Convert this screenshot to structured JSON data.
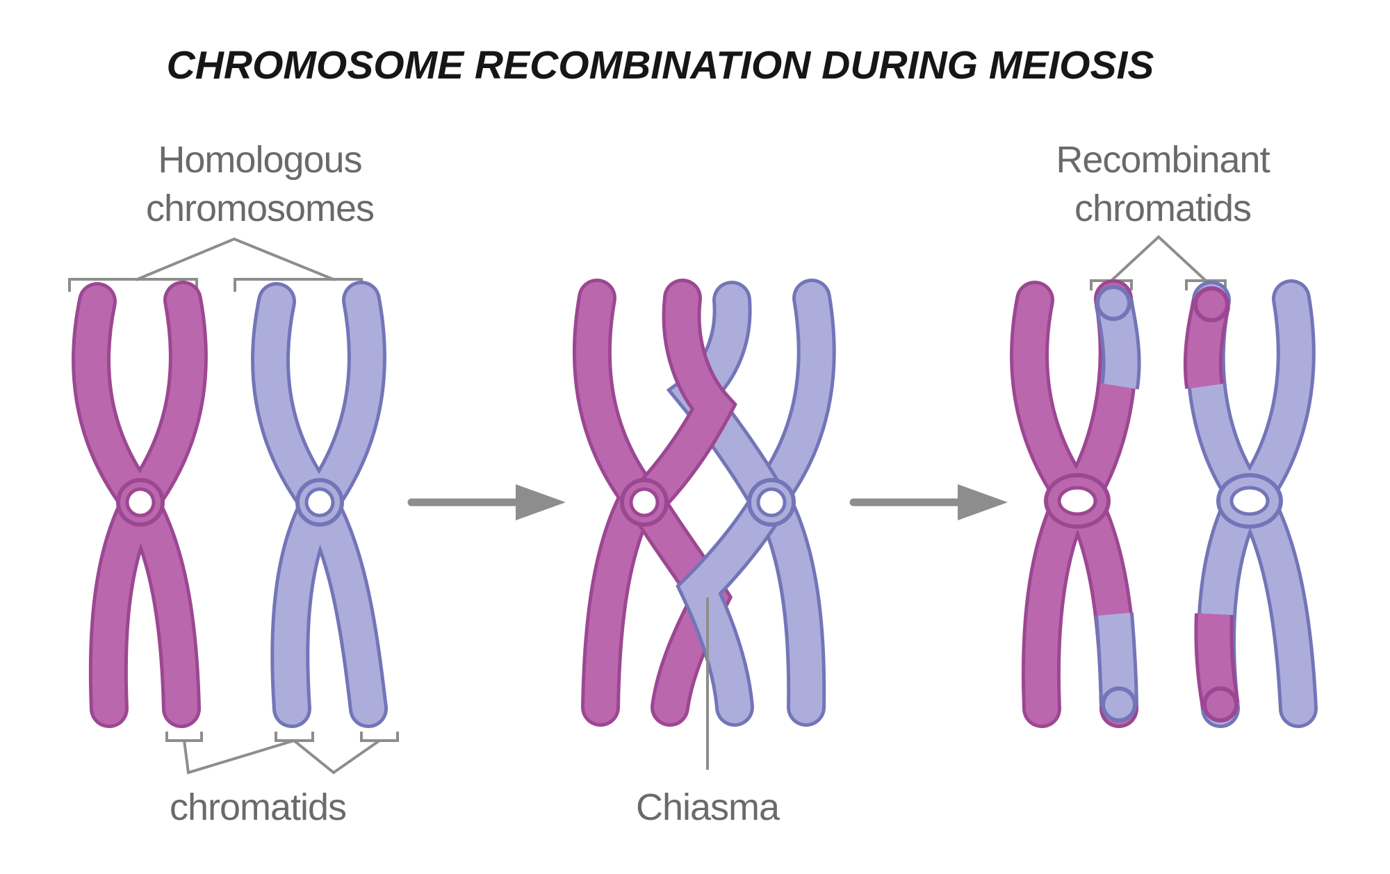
{
  "title": "CHROMOSOME RECOMBINATION DURING MEIOSIS",
  "labels": {
    "homologous_line1": "Homologous",
    "homologous_line2": "chromosomes",
    "chromatids": "chromatids",
    "chiasma": "Chiasma",
    "recombinant_line1": "Recombinant",
    "recombinant_line2": "chromatids"
  },
  "icons": {
    "arrow1": "arrow-right-icon",
    "arrow2": "arrow-right-icon"
  },
  "colors": {
    "background": "#ffffff",
    "pink": "#bb67ae",
    "pink_outline": "#9c4792",
    "purple": "#adaddb",
    "purple_outline": "#7375b8",
    "line_gray": "#8d8d8d",
    "text_gray": "#6a6a6a",
    "title_color": "#161616"
  }
}
